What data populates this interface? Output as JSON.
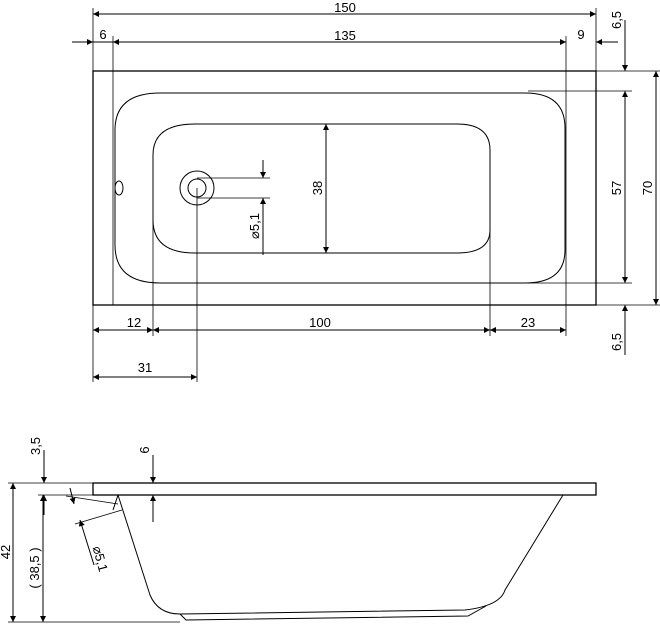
{
  "top_view": {
    "overall_length": "150",
    "inner_length": "135",
    "left_rim": "6",
    "right_rim": "9",
    "rim_top": "6,5",
    "rim_bottom": "6,5",
    "inner_width": "57",
    "overall_width": "70",
    "bottom_depth": "38",
    "drain_diameter": "⌀5,1",
    "left_offset": "12",
    "bottom_length": "100",
    "right_offset": "23",
    "drain_offset": "31"
  },
  "side_view": {
    "rim_thickness": "3,5",
    "rim_overhang": "6",
    "overall_height": "42",
    "inner_height": "( 38,5 )",
    "overflow_diameter": "⌀5,1"
  }
}
